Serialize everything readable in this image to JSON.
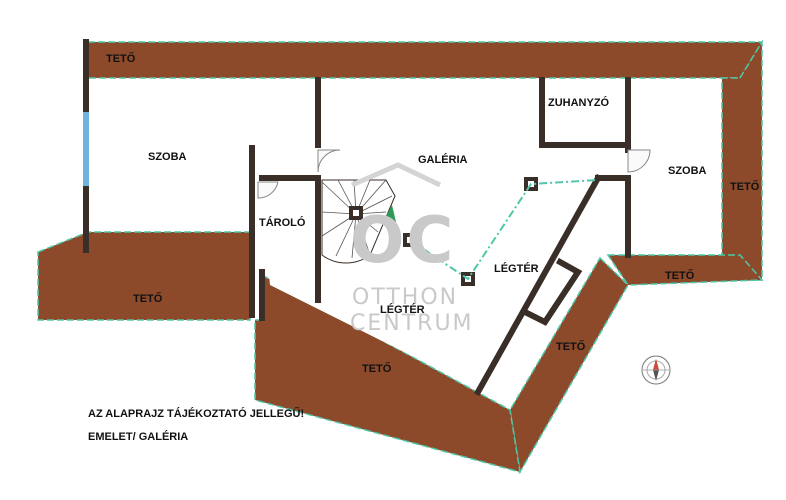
{
  "colors": {
    "roof": "#8c4a2b",
    "wall": "#3a2e28",
    "edge": "#4fc7a8",
    "window": "#6fb3e0",
    "watermark": "#c9c9c9",
    "background": "#ffffff"
  },
  "rooms": {
    "teto": "TETŐ",
    "szoba": "SZOBA",
    "galeria": "GALÉRIA",
    "zuhanyzo": "ZUHANYZÓ",
    "tarolo": "TÁROLÓ",
    "legter": "LÉGTÉR"
  },
  "notes": {
    "disclaimer": "AZ ALAPRAJZ TÁJÉKOZTATÓ JELLEGŰ!",
    "floor": "EMELET/ GALÉRIA"
  },
  "watermark": {
    "monogram": "OC",
    "line1": "OTTHON",
    "line2": "CENTRUM"
  },
  "icons": [
    "compass-icon",
    "door-icon",
    "stair-icon",
    "column-icon"
  ]
}
